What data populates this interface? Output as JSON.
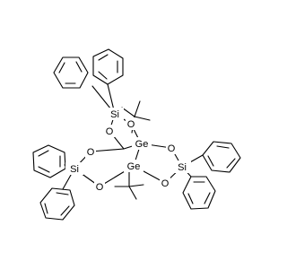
{
  "molecule": {
    "atoms": {
      "si_top": "Si",
      "o_top_left": "O",
      "o_top_right": "O",
      "ge_right": "Ge",
      "o_right_upper": "O",
      "si_right": "Si",
      "o_right_lower": "O",
      "ge_center": "Ge",
      "o_left_upper": "O",
      "si_left": "Si",
      "o_left_lower": "O"
    }
  }
}
